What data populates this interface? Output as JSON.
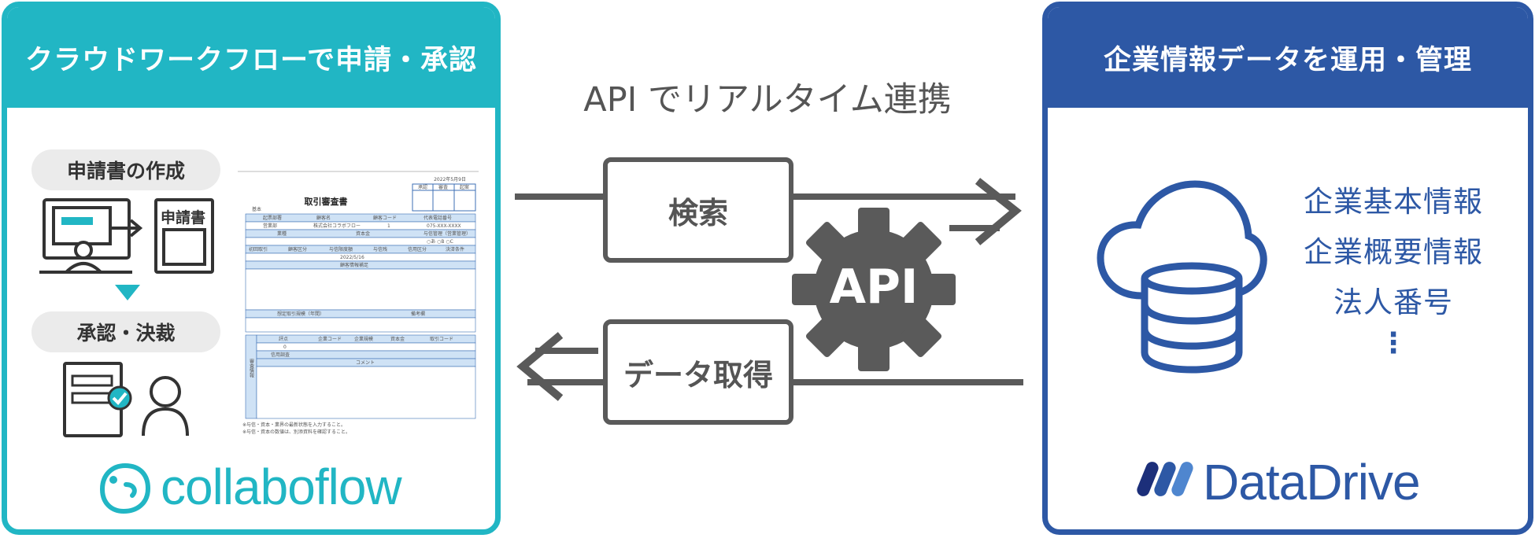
{
  "left_panel": {
    "header": "クラウドワークフローで申請・承認",
    "step1_label": "申請書の作成",
    "step2_label": "承認・決裁",
    "doc_card_text": "申請書",
    "document": {
      "title": "取引審査書",
      "date": "2022年5月9日",
      "date2": "2022/5/16",
      "approver_cols": [
        "承認",
        "審査",
        "起案"
      ],
      "row1": [
        "起票部署",
        "顧客名",
        "顧客コード",
        "代表電話番号"
      ],
      "row1_values": [
        "営業部",
        "株式会社コラボフロー",
        "1",
        "075-XXX-XXXX"
      ],
      "row2": [
        "業種",
        "資本金",
        "与信管理（営業管理）"
      ],
      "row2_options": "○あ ○B ○C",
      "row3": [
        "初回取引",
        "顧客区分",
        "与信限度額",
        "与信残",
        "信用区分",
        "決済条件"
      ],
      "section1": "顧客情報補足",
      "section2": [
        "想定取引規模（年間）",
        "備考欄"
      ],
      "side_label": "審査情報",
      "row4": [
        "評点",
        "企業コード",
        "企業規模",
        "資本金",
        "取引コード"
      ],
      "row4_value": "0",
      "row5": "信用調査",
      "row6": "コメント",
      "footnote1": "※与信・資本・業界の最新状態を入力すること。",
      "footnote2": "※与信・資本の数値は、別添資料を確認すること。",
      "customer_label": "基本"
    },
    "brand": "collaboflow"
  },
  "center": {
    "title": "API でリアルタイム連携",
    "search_label": "検索",
    "fetch_label": "データ取得",
    "gear_label": "API"
  },
  "right_panel": {
    "header": "企業情報データを運用・管理",
    "items": [
      "企業基本情報",
      "企業概要情報",
      "法人番号"
    ],
    "ellipsis": "⋮",
    "brand": "DataDrive"
  },
  "colors": {
    "teal": "#21b6c4",
    "navy": "#2d58a5",
    "gray": "#5a5a5a"
  }
}
